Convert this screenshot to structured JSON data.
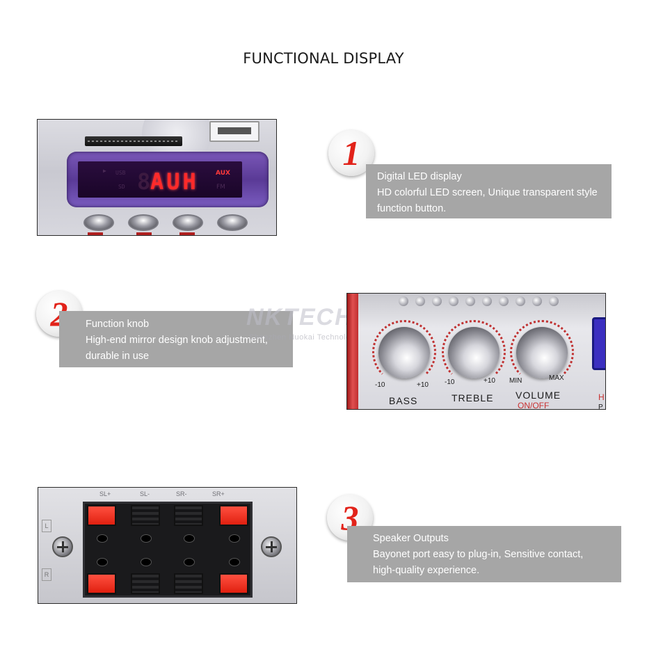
{
  "page": {
    "title": "FUNCTIONAL DISPLAY"
  },
  "features": [
    {
      "number": "1",
      "heading": "Digital LED display",
      "line1": "HD colorful LED screen, Unique transparent style",
      "line2": "function button."
    },
    {
      "number": "2",
      "heading": "Function knob",
      "line1": "High-end mirror design knob adjustment,",
      "line2": "durable in use"
    },
    {
      "number": "3",
      "heading": "Speaker Outputs",
      "line1": "Bayonet port easy to plug-in, Sensitive contact,",
      "line2": "high-quality experience."
    }
  ],
  "led_photo": {
    "usb_label": "USB",
    "sd_label": "SD",
    "display_text": "AUH",
    "aux_label": "AUX",
    "fm_label": "FM"
  },
  "knob_photo": {
    "bass_min": "-10",
    "bass_max": "+10",
    "bass_label": "BASS",
    "treble_min": "-10",
    "treble_max": "+10",
    "treble_label": "TREBLE",
    "volume_min": "MIN",
    "volume_max": "MAX",
    "volume_label": "VOLUME",
    "onoff_label": "ON/OFF",
    "watermark": "NKTECH",
    "watermark_sub": "Shenzhen Nuokai Technology"
  },
  "terminal_photo": {
    "labels": [
      "SL+",
      "SL-",
      "SR-",
      "SR+"
    ],
    "left_label": "L",
    "right_label": "R"
  },
  "colors": {
    "badge_number": "#e2231a",
    "desc_box": "#a6a6a6",
    "led_text": "#ff2a2a",
    "terminal_red": "#e02010"
  }
}
